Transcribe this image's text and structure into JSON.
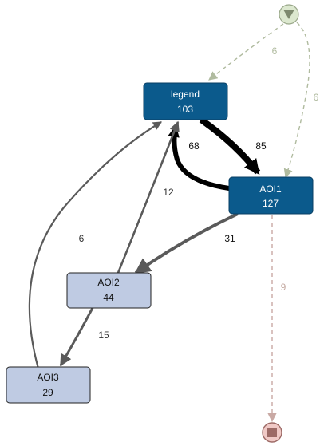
{
  "nodes": {
    "legend": {
      "name": "legend",
      "count": "103"
    },
    "aoi1": {
      "name": "AOI1",
      "count": "127"
    },
    "aoi2": {
      "name": "AOI2",
      "count": "44"
    },
    "aoi3": {
      "name": "AOI3",
      "count": "29"
    }
  },
  "edges": {
    "start_to_legend": "6",
    "start_to_aoi1": "6",
    "legend_to_aoi1": "85",
    "aoi1_to_legend": "68",
    "aoi2_to_legend": "12",
    "aoi3_to_legend": "6",
    "aoi1_to_aoi2": "31",
    "aoi2_to_aoi3": "15",
    "aoi1_to_end": "9"
  },
  "colors": {
    "primary_node": "#0b5a8c",
    "secondary_node": "#bfcbe3",
    "gray_edge": "#5a5a5a",
    "dark_edge": "#000000",
    "dashed_green_edge": "#b0bb9f",
    "dashed_red_edge": "#c9a9a4",
    "start_fill": "#dce8cf",
    "end_fill": "#f0c9c6"
  },
  "icons": {
    "start": "start-triangle-icon",
    "end": "end-square-icon"
  }
}
